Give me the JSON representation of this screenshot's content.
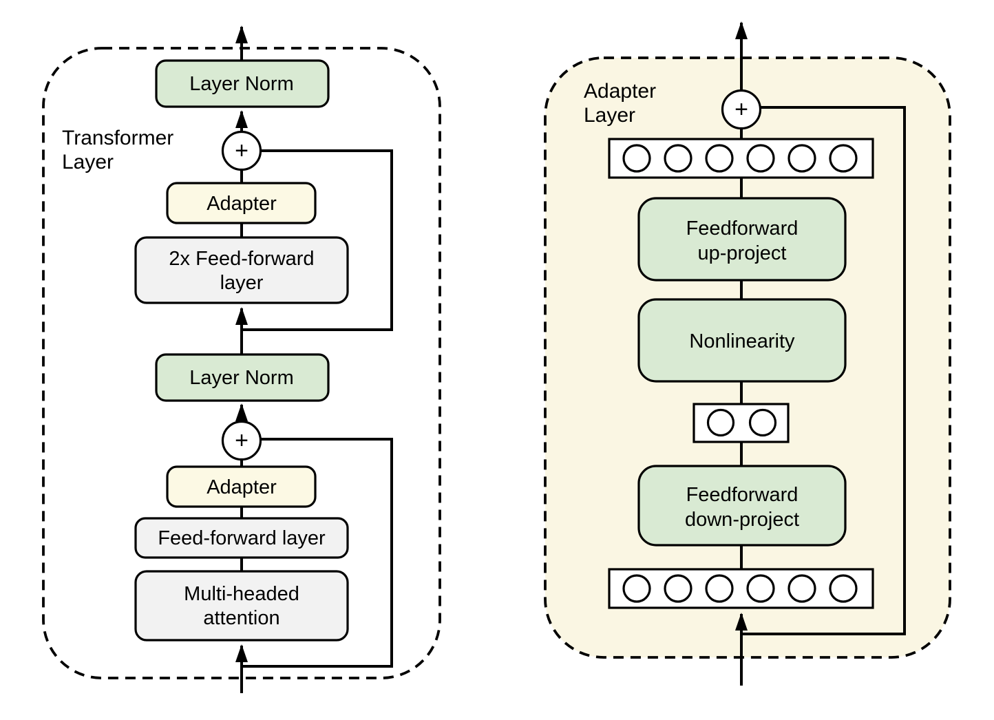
{
  "figure": {
    "plus": "+",
    "colors": {
      "green": "#d9ead3",
      "yellow": "#fcf9e4",
      "gray": "#f2f2f2",
      "cream": "#faf6e3",
      "white": "#ffffff",
      "line": "#000000"
    },
    "left_panel": {
      "label": [
        "Transformer",
        "Layer"
      ],
      "layer_norm_top": "Layer Norm",
      "adapter_top": "Adapter",
      "feed_forward_2x": [
        "2x Feed-forward",
        "layer"
      ],
      "layer_norm_bottom": "Layer Norm",
      "adapter_bottom": "Adapter",
      "feed_forward": "Feed-forward layer",
      "multi_head_attention": [
        "Multi-headed",
        "attention"
      ]
    },
    "right_panel": {
      "label": [
        "Adapter",
        "Layer"
      ],
      "feedforward_up_project": [
        "Feedforward",
        "up-project"
      ],
      "nonlinearity": "Nonlinearity",
      "feedforward_down_project": [
        "Feedforward",
        "down-project"
      ],
      "vector_top_units": 6,
      "bottleneck_units": 2,
      "vector_bottom_units": 6
    }
  }
}
